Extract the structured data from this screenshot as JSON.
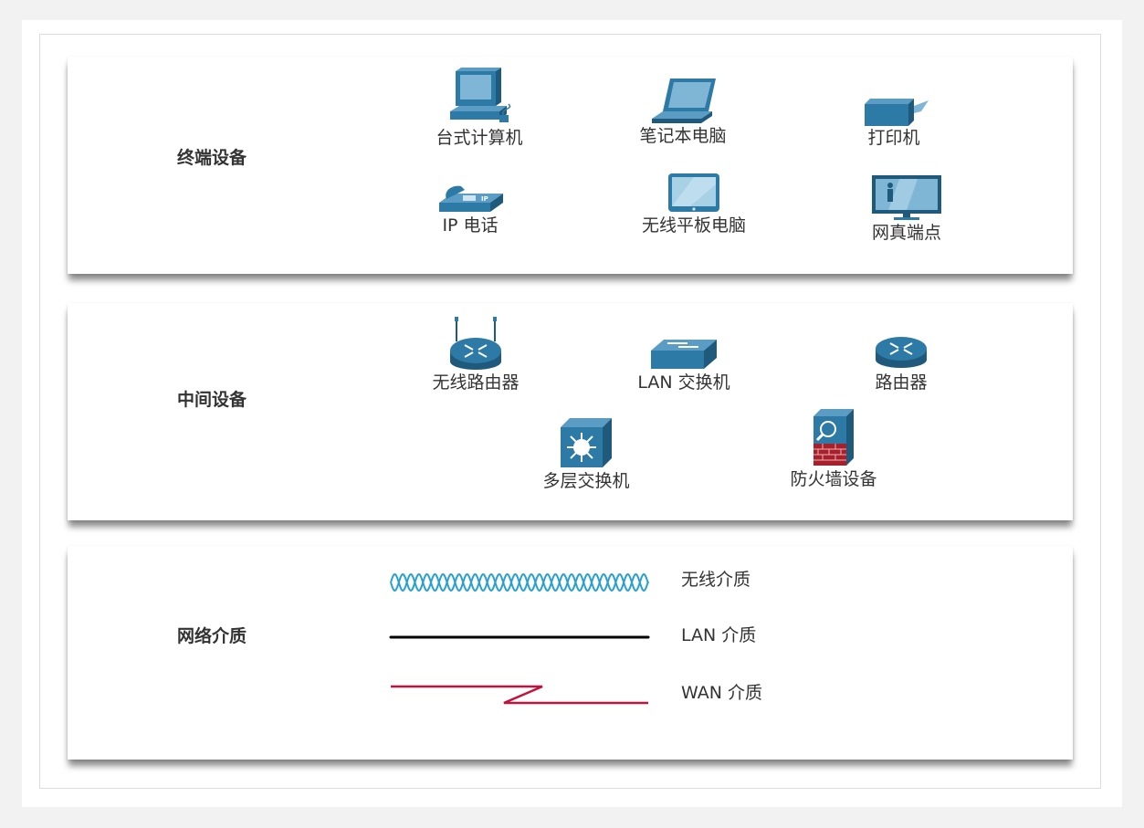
{
  "categories": {
    "end": "终端设备",
    "intermediary": "中间设备",
    "media": "网络介质"
  },
  "end_devices": [
    {
      "label": "台式计算机",
      "icon": "desktop-computer-icon"
    },
    {
      "label": "笔记本电脑",
      "icon": "laptop-icon"
    },
    {
      "label": "打印机",
      "icon": "printer-icon"
    },
    {
      "label": "IP 电话",
      "icon": "ip-phone-icon"
    },
    {
      "label": "无线平板电脑",
      "icon": "wireless-tablet-icon"
    },
    {
      "label": "网真端点",
      "icon": "telepresence-endpoint-icon"
    }
  ],
  "intermediary_devices": [
    {
      "label": "无线路由器",
      "icon": "wireless-router-icon"
    },
    {
      "label": "LAN 交换机",
      "icon": "lan-switch-icon"
    },
    {
      "label": "路由器",
      "icon": "router-icon"
    },
    {
      "label": "多层交换机",
      "icon": "multilayer-switch-icon"
    },
    {
      "label": "防火墙设备",
      "icon": "firewall-icon"
    }
  ],
  "media": [
    {
      "label": "无线介质",
      "icon": "wireless-wave-icon"
    },
    {
      "label": "LAN 介质",
      "icon": "lan-line-icon"
    },
    {
      "label": "WAN 介质",
      "icon": "wan-zigzag-icon"
    }
  ],
  "colors": {
    "device_blue": "#2d7aa6",
    "device_dark": "#1f5a7d",
    "wireless": "#2aa0d0",
    "lan": "#000000",
    "wan": "#c0143c"
  }
}
